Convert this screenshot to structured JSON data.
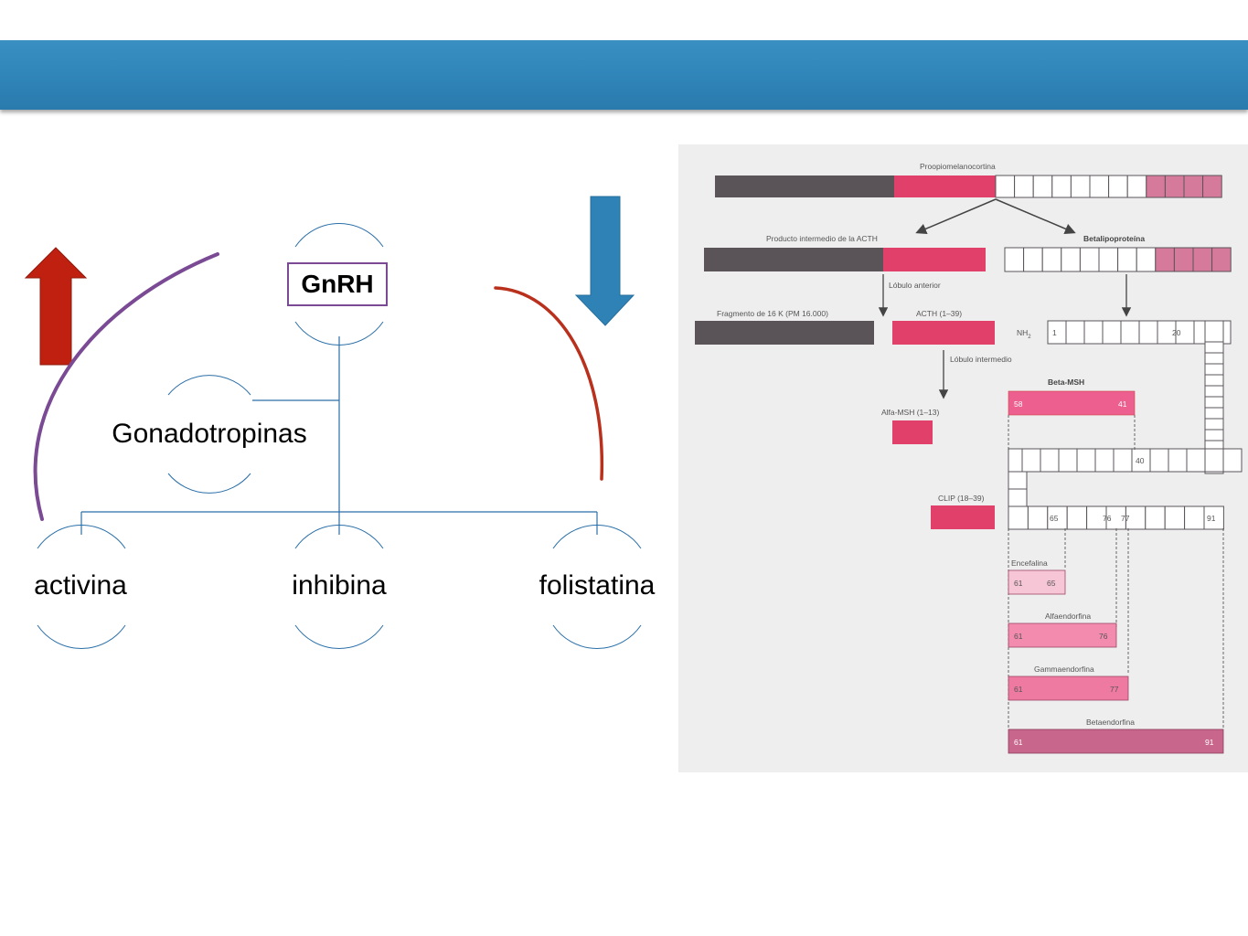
{
  "diagram": {
    "top_node": "GnRH",
    "middle_node": "Gonadotropinas",
    "bottom_nodes": [
      "activina",
      "inhibina",
      "folistatina"
    ]
  },
  "figure": {
    "title": "Proopiomelanocortina",
    "acth_intermediate": "Producto intermedio de la ACTH",
    "betalipo": "Betalipoproteína",
    "lobulo_anterior": "Lóbulo anterior",
    "fragmento": "Fragmento de 16 K (PM 16.000)",
    "acth": "ACTH (1–39)",
    "nh2": "NH",
    "nh2_sub": "2",
    "lobulo_intermedio": "Lóbulo intermedio",
    "alfa_msh": "Alfa-MSH (1–13)",
    "beta_msh": "Beta-MSH",
    "clip": "CLIP (18–39)",
    "encefalina": "Encefalina",
    "alfaendorfina": "Alfaendorfina",
    "gammaendorfina": "Gammaendorfina",
    "betaendorfina": "Betaendorfina",
    "n1": "1",
    "n20": "20",
    "n40": "40",
    "n58": "58",
    "n41": "41",
    "n65": "65",
    "n76": "76",
    "n77": "77",
    "n91": "91",
    "n61": "61"
  },
  "colors": {
    "banner": "#2f84b8",
    "up_arrow": "#c0200f",
    "down_arrow": "#2e82b5",
    "purple_arc": "#7b4a94",
    "red_arc": "#b9301c",
    "tree_line": "#2a6fa8",
    "pink": "#e0406a",
    "dark": "#5a5458"
  }
}
